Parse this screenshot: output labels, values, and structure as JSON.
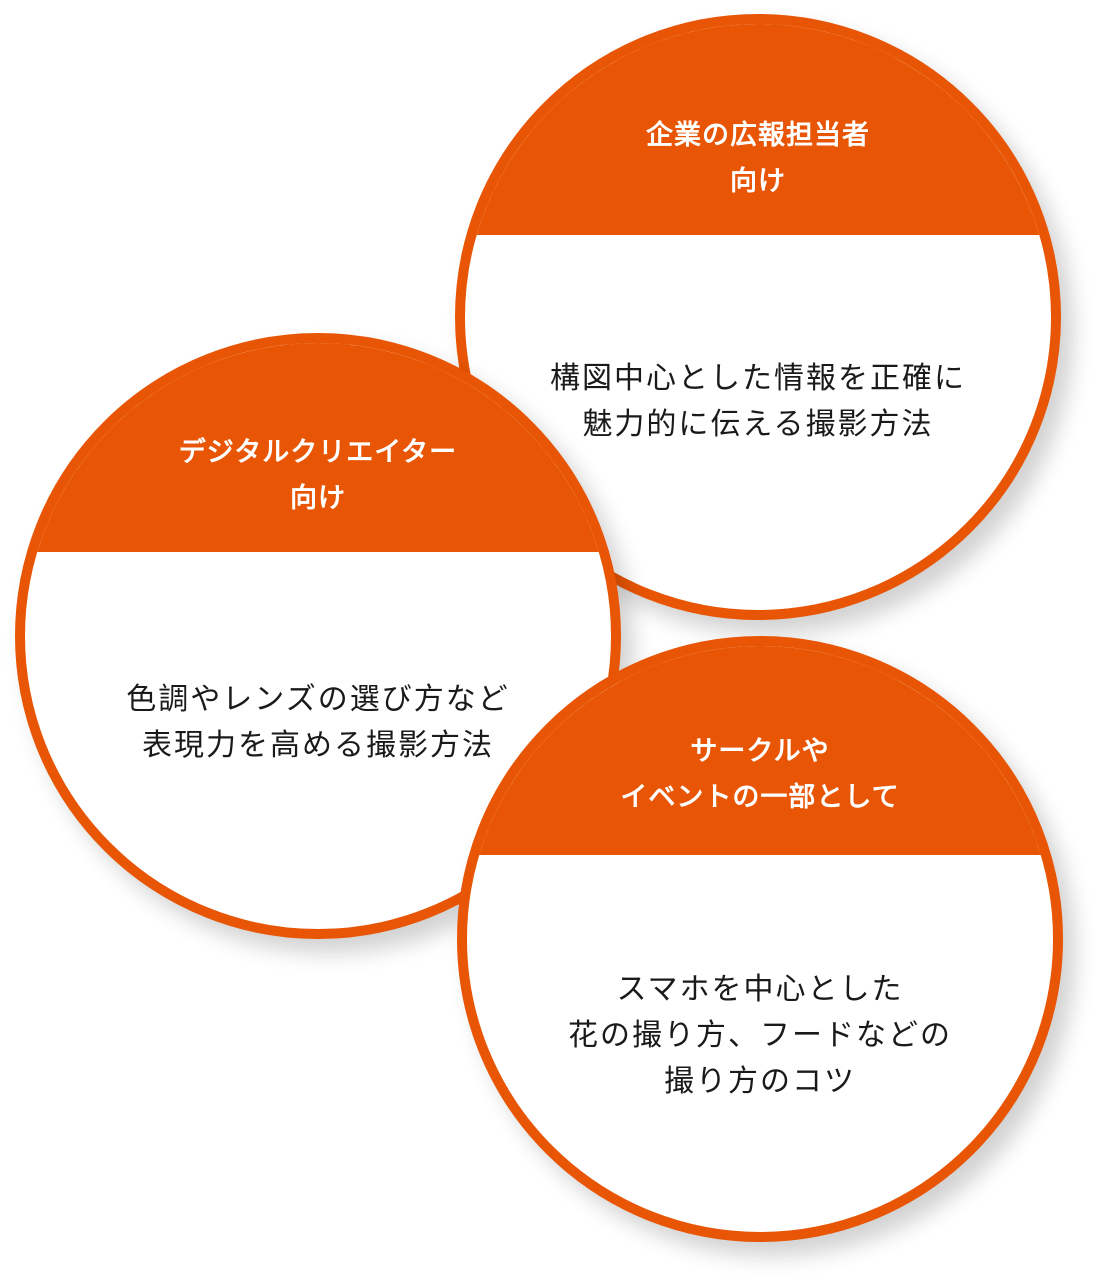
{
  "colors": {
    "accent": "#E85504",
    "text": "#1a1a1a",
    "background": "#ffffff"
  },
  "circles": [
    {
      "id": "pr",
      "title_lines": [
        "企業の広報担当者",
        "向け"
      ],
      "body_lines": [
        "構図中心とした情報を正確に",
        "魅力的に伝える撮影方法"
      ]
    },
    {
      "id": "creator",
      "title_lines": [
        "デジタルクリエイター",
        "向け"
      ],
      "body_lines": [
        "色調やレンズの選び方など",
        "表現力を高める撮影方法"
      ]
    },
    {
      "id": "event",
      "title_lines": [
        "サークルや",
        "イベントの一部として"
      ],
      "body_lines": [
        "スマホを中心とした",
        "花の撮り方、フードなどの",
        "撮り方のコツ"
      ]
    }
  ]
}
